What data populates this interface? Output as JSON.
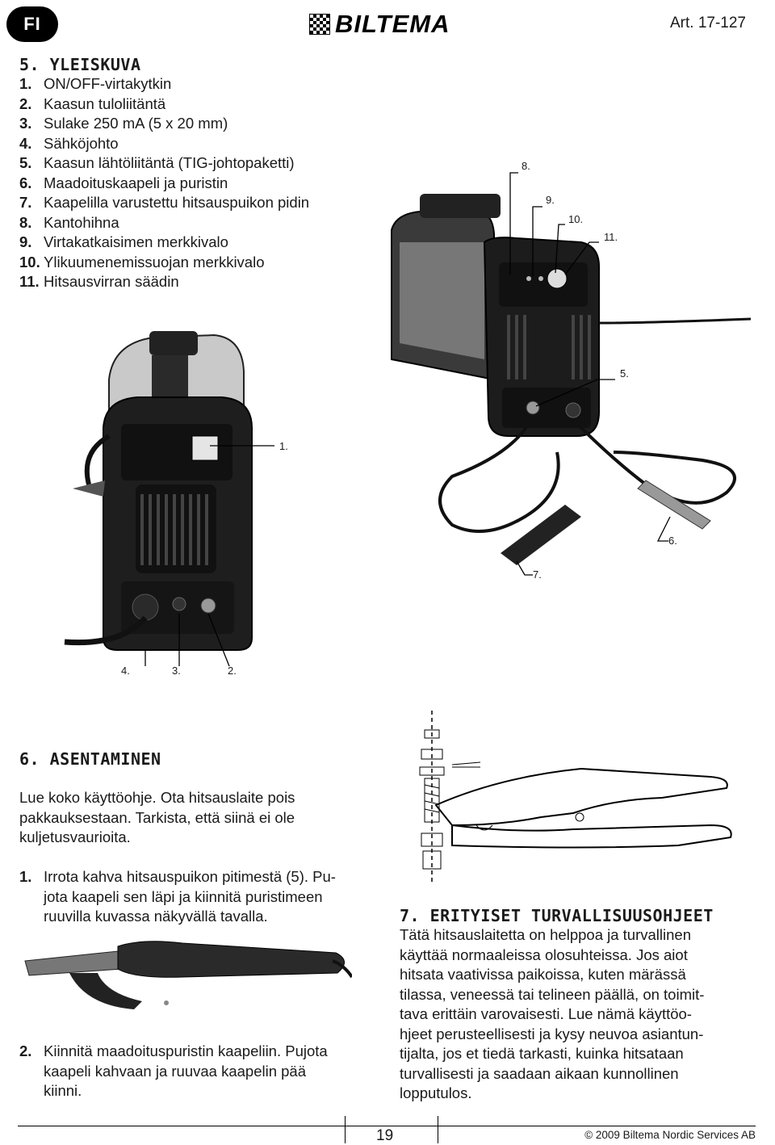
{
  "header": {
    "lang": "FI",
    "brand": "BILTEMA",
    "art": "Art. 17-127"
  },
  "section5": {
    "title": "5. YLEISKUVA",
    "items": [
      {
        "n": "1.",
        "text": "ON/OFF-virtakytkin"
      },
      {
        "n": "2.",
        "text": "Kaasun tuloliitäntä"
      },
      {
        "n": "3.",
        "text": "Sulake 250 mA (5 x 20 mm)"
      },
      {
        "n": "4.",
        "text": "Sähköjohto"
      },
      {
        "n": "5.",
        "text": "Kaasun lähtöliitäntä (TIG-johtopaketti)"
      },
      {
        "n": "6.",
        "text": "Maadoituskaapeli ja puristin"
      },
      {
        "n": "7.",
        "text": "Kaapelilla varustettu hitsauspuikon pidin"
      },
      {
        "n": "8.",
        "text": "Kantohihna"
      },
      {
        "n": "9.",
        "text": "Virtakatkaisimen merkkivalo"
      },
      {
        "n": "10.",
        "text": "Ylikuumenemissuojan merkkivalo"
      },
      {
        "n": "11.",
        "text": "Hitsausvirran säädin"
      }
    ]
  },
  "callouts": {
    "c1": "1.",
    "c2": "2.",
    "c3": "3.",
    "c4": "4.",
    "c5": "5.",
    "c6": "6.",
    "c7": "7.",
    "c8": "8.",
    "c9": "9.",
    "c10": "10.",
    "c11": "11."
  },
  "section6": {
    "title": "6. ASENTAMINEN",
    "intro": [
      "Lue koko käyttöohje. Ota hitsauslaite pois",
      "pakkauksestaan. Tarkista, että siinä ei ole",
      "kuljetusvaurioita."
    ],
    "step1_num": "1.",
    "step1": [
      "Irrota kahva hitsauspuikon pitimestä (5). Pu-",
      "jota kaapeli sen läpi ja kiinnitä puristimeen",
      "ruuvilla kuvassa näkyvällä tavalla."
    ],
    "step2_num": "2.",
    "step2": [
      "Kiinnitä maadoituspuristin kaapeliin. Pujota",
      "kaapeli kahvaan ja ruuvaa kaapelin pää",
      "kiinni."
    ]
  },
  "section7": {
    "title": "7. ERITYISET TURVALLISUUSOHJEET",
    "lines": [
      "Tätä hitsauslaitetta on helppoa ja turvallinen",
      "käyttää normaaleissa olosuhteissa. Jos aiot",
      "hitsata vaativissa paikoissa, kuten märässä",
      "tilassa, veneessä tai telineen päällä, on toimit-",
      "tava erittäin varovaisesti. Lue nämä käyttöo-",
      "hjeet perusteellisesti ja kysy neuvoa asiantun-",
      "tijalta, jos et tiedä tarkasti, kuinka hitsataan",
      "turvallisesti ja saadaan aikaan kunnollinen",
      "lopputulos."
    ]
  },
  "footer": {
    "page": "19",
    "copyright": "© 2009 Biltema Nordic Services AB"
  }
}
